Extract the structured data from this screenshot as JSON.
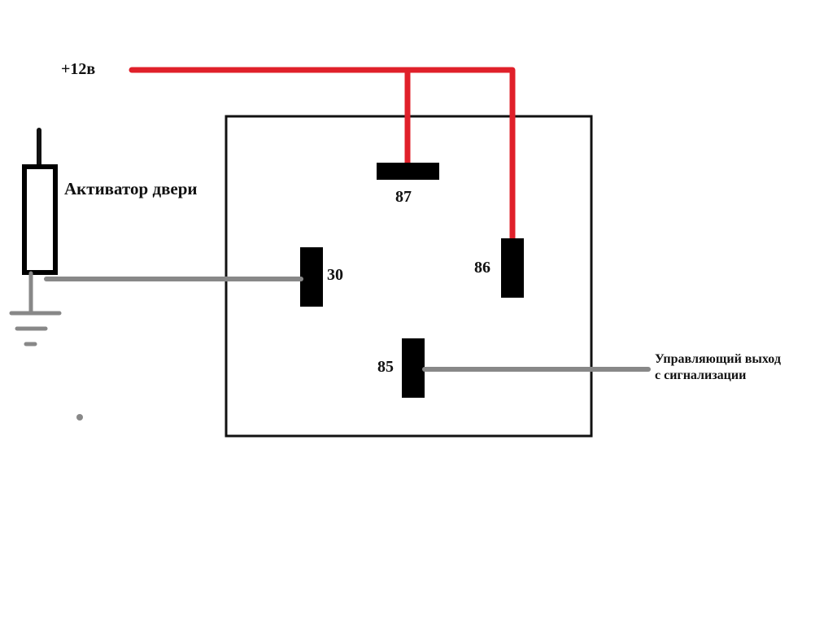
{
  "labels": {
    "power": "+12в",
    "actuator": "Активатор двери",
    "pin_87": "87",
    "pin_30": "30",
    "pin_86": "86",
    "pin_85": "85",
    "output_line1": "Управляющий выход",
    "output_line2": "с сигнализации"
  },
  "colors": {
    "power_wire": "#e0202a",
    "signal_wire": "#888888",
    "outline": "#111111",
    "pin": "#000000",
    "background": "#ffffff"
  }
}
